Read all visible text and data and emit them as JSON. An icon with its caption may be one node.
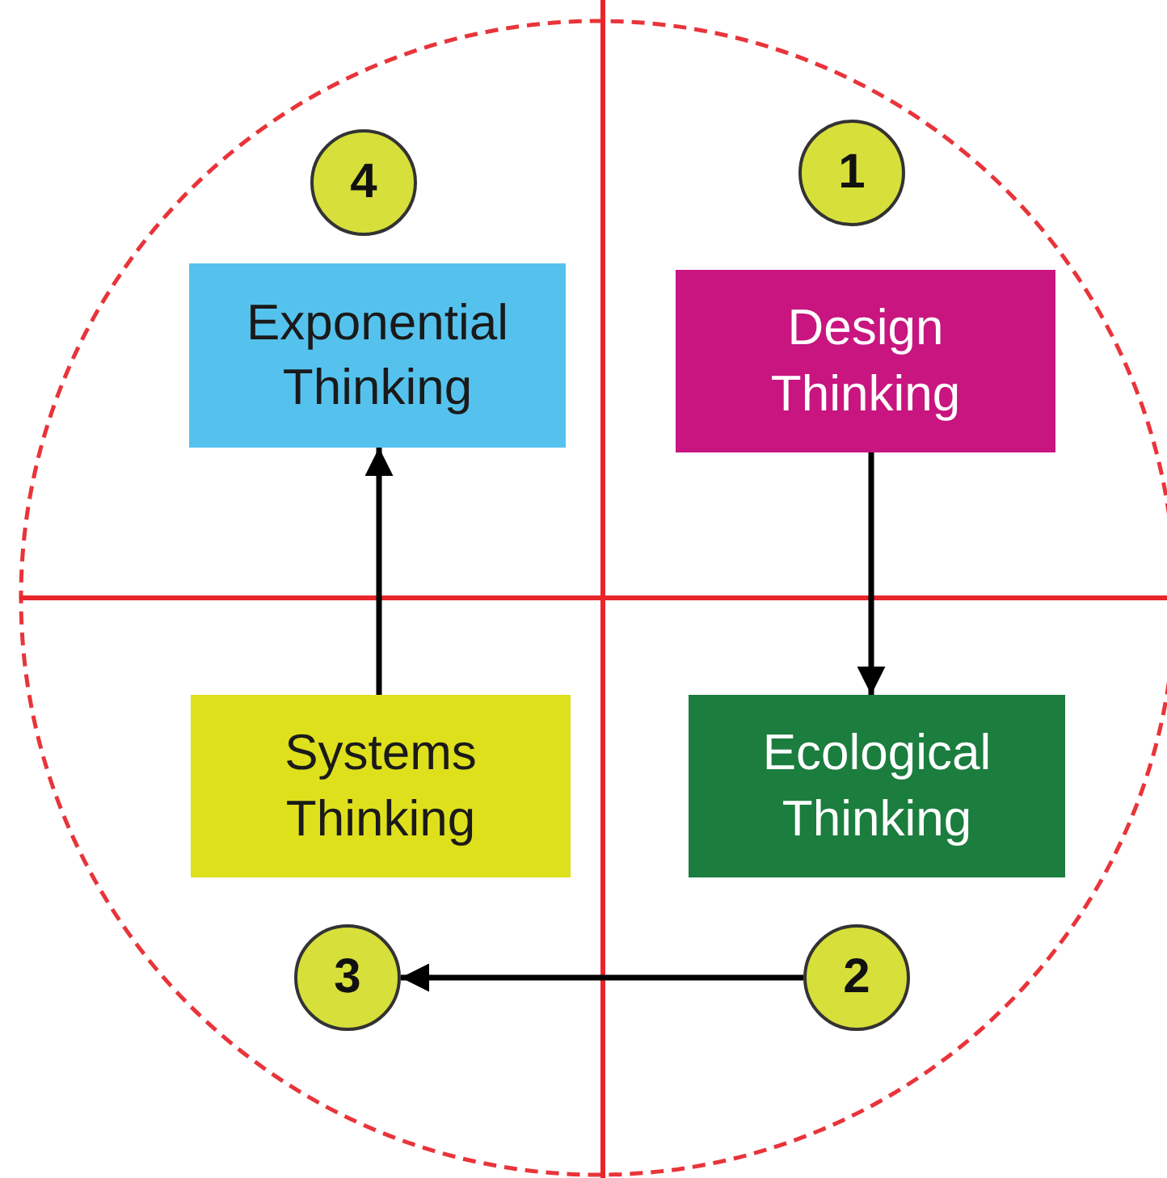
{
  "diagram": {
    "nodes": [
      {
        "text": [
          "4"
        ]
      },
      {
        "text": [
          "1"
        ]
      },
      {
        "text": [
          "Exponential Thinking"
        ]
      },
      {
        "text": [
          "Design Thinking"
        ]
      },
      {
        "text": [
          "Systems Thinking"
        ]
      },
      {
        "text": [
          "Ecological Thinking"
        ]
      },
      {
        "text": [
          "3"
        ]
      },
      {
        "text": [
          "2"
        ]
      }
    ],
    "edges": [
      {
        "from": 3,
        "to": 5,
        "arrow": "to"
      },
      {
        "from": 7,
        "to": 6,
        "arrow": "to"
      },
      {
        "from": 4,
        "to": 2,
        "arrow": "to"
      }
    ]
  }
}
